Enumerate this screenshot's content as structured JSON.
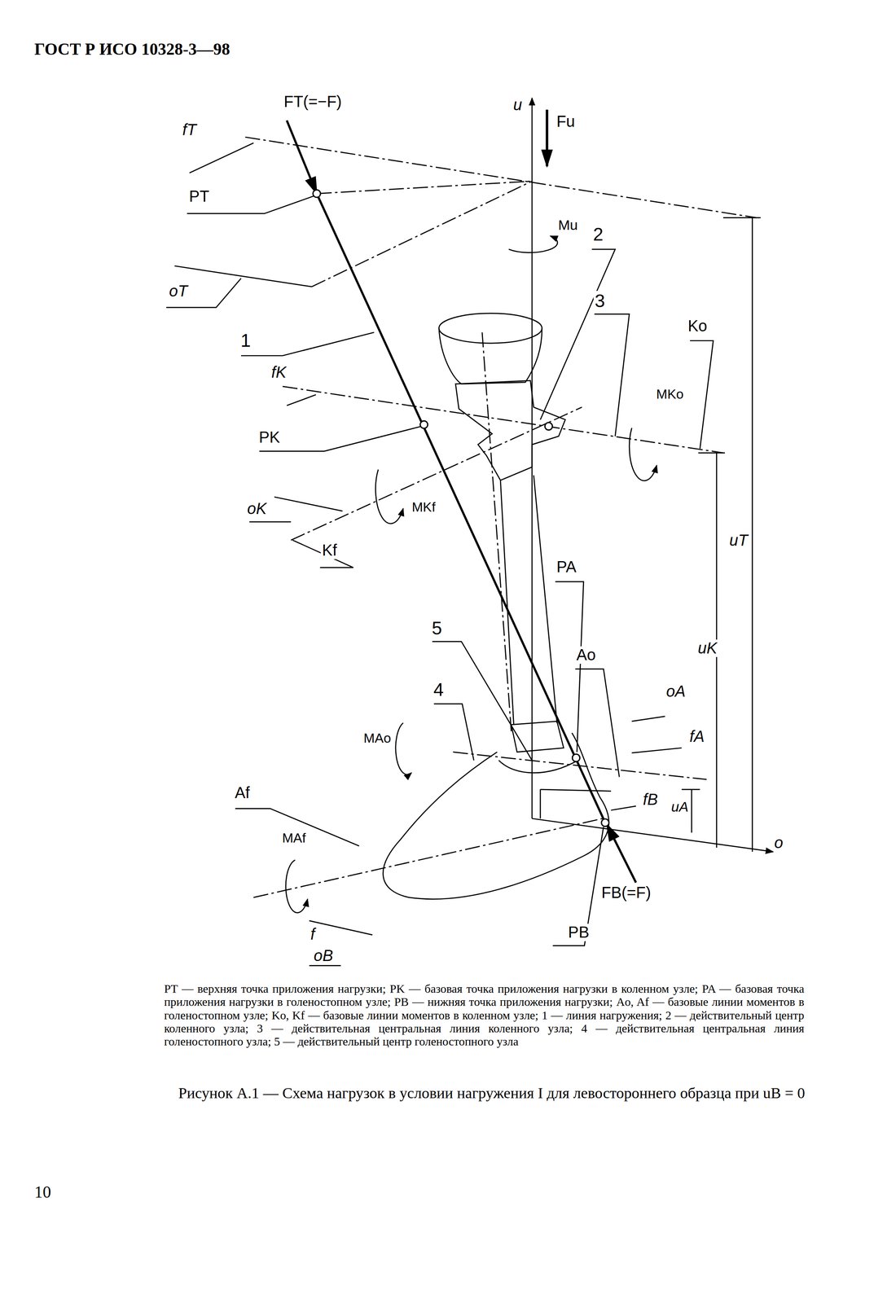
{
  "diagram": {
    "caption": "Рисунок А.1 — Схема нагрузок в условии нагружения I для левостороннего образца при uB = 0",
    "labels": [
      "ГОСТ Р ИСО 10328-3—98",
      "FT(=−F)",
      "u",
      "Fu",
      "fT",
      "PT",
      "Mu",
      "2",
      "oT",
      "3",
      "Ko",
      "1",
      "MKo",
      "fK",
      "PK",
      "oK",
      "MKf",
      "Kf",
      "uT",
      "uK",
      "PA",
      "5",
      "Ao",
      "4",
      "oA",
      "MAo",
      "fA",
      "Af",
      "fB",
      "uA",
      "MAf",
      "o",
      "FB(=F)",
      "f",
      "oB",
      "PB",
      "PT — верхняя точка приложения нагрузки; PK — базовая точка приложения нагрузки в коленном узле; PA — базовая точка приложения нагрузки в голеностопном узле; PB — нижняя точка приложения нагрузки; Ao, Af — базовые линии моментов в голеностопном узле; Ko, Kf — базовые линии моментов в коленном узле; 1 — линия нагружения; 2 — действительный центр коленного узла; 3 — действительная центральная линия коленного узла; 4 — действительная центральная линия голеностопного узла; 5 — действительный центр голеностопного узла",
      "10"
    ]
  }
}
